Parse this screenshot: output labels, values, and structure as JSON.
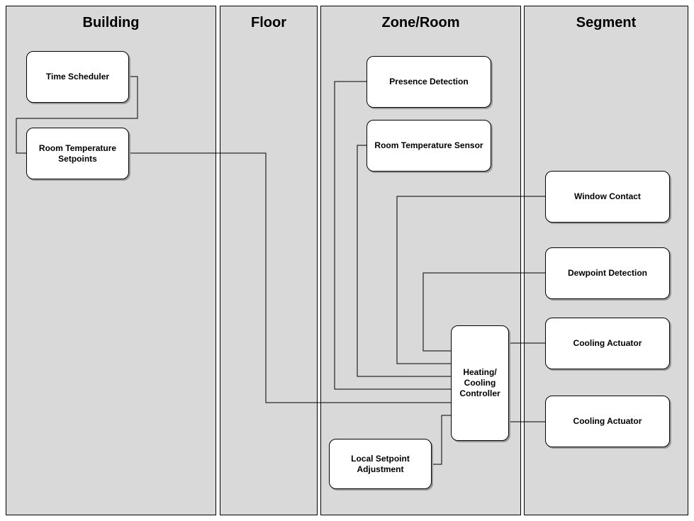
{
  "lanes": {
    "building": "Building",
    "floor": "Floor",
    "zone": "Zone/Room",
    "segment": "Segment"
  },
  "nodes": {
    "time_scheduler": "Time Scheduler",
    "room_temperature_setpoints": "Room Temperature Setpoints",
    "presence_detection": "Presence Detection",
    "room_temperature_sensor": "Room Temperature Sensor",
    "heating_cooling_controller": "Heating/ Cooling Controller",
    "local_setpoint_adjustment": "Local Setpoint Adjustment",
    "window_contact": "Window Contact",
    "dewpoint_detection": "Dewpoint Detection",
    "cooling_actuator_1": "Cooling Actuator",
    "cooling_actuator_2": "Cooling Actuator"
  }
}
